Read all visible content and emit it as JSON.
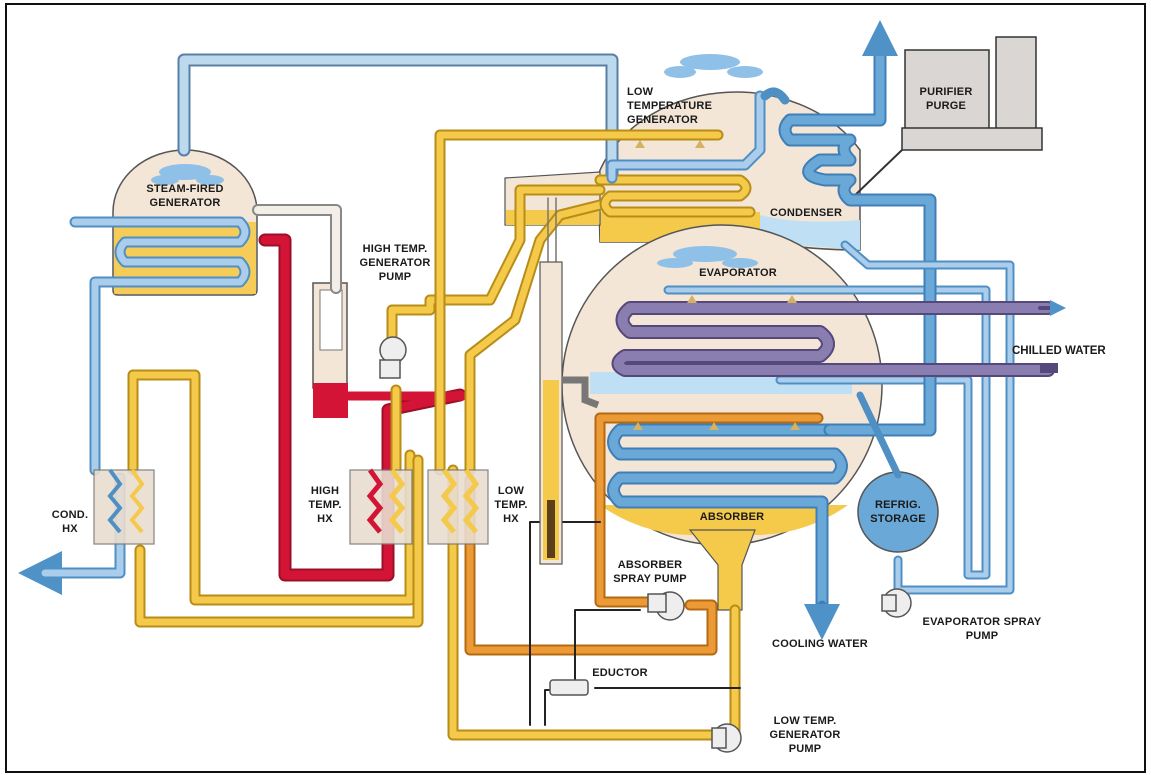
{
  "labels": {
    "purifier_purge": [
      "PURIFIER",
      "PURGE"
    ],
    "low_temp_generator": [
      "LOW",
      "TEMPERATURE",
      "GENERATOR"
    ],
    "steam_fired_generator": [
      "STEAM-FIRED",
      "GENERATOR"
    ],
    "high_temp_generator_pump": [
      "HIGH TEMP.",
      "GENERATOR",
      "PUMP"
    ],
    "condenser": "CONDENSER",
    "evaporator": "EVAPORATOR",
    "chilled_water": "CHILLED WATER",
    "cond_hx": [
      "COND.",
      "HX"
    ],
    "high_temp_hx": [
      "HIGH",
      "TEMP.",
      "HX"
    ],
    "low_temp_hx": [
      "LOW",
      "TEMP.",
      "HX"
    ],
    "absorber": "ABSORBER",
    "refrig_storage": [
      "REFRIG.",
      "STORAGE"
    ],
    "absorber_spray_pump": [
      "ABSORBER",
      "SPRAY PUMP"
    ],
    "cooling_water": "COOLING WATER",
    "evaporator_spray_pump": [
      "EVAPORATOR SPRAY",
      "PUMP"
    ],
    "eductor": "EDUCTOR",
    "low_temp_generator_pump": [
      "LOW TEMP.",
      "GENERATOR",
      "PUMP"
    ]
  },
  "colors": {
    "blue_pipe": "#5b9fd4",
    "blue_pipe_light": "#a9cdea",
    "yellow_pipe": "#f2c12e",
    "orange_pipe": "#e8922a",
    "red_pipe": "#d41436",
    "purple_pipe": "#7b6d9e",
    "vessel_fill": "#f3e6d6",
    "cloud": "#8fc0e8",
    "water": "#bfe0f4"
  }
}
